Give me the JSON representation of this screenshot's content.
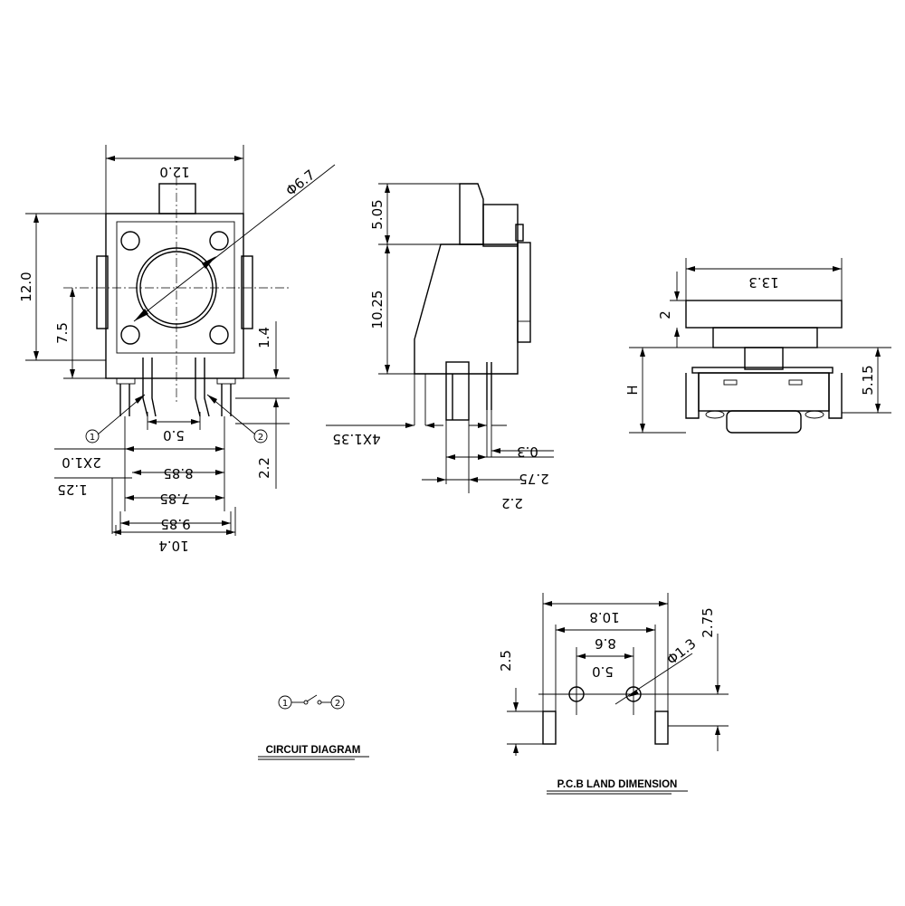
{
  "front_view": {
    "width_top": "12.0",
    "height_left": "12.0",
    "button_diameter": "Φ6.7",
    "center_height": "7.5",
    "pin_offset_right": "1.4",
    "pin_length_right": "2.2",
    "pin_spacing": "5.0",
    "pin_span_a": "8.85",
    "pin_span_b": "7.85",
    "pin_span_c": "9.85",
    "overall_width_bottom": "10.4",
    "pin_width_label": "2X1.0",
    "pin_inset_label": "1.25",
    "terminal_1": "1",
    "terminal_2": "2"
  },
  "side_view": {
    "stem_height": "5.05",
    "body_height": "10.25",
    "pin_label": "4X1.35",
    "dim_0_3": "0.3",
    "dim_2_75": "2.75",
    "dim_2_2": "2.2"
  },
  "top_view": {
    "width": "13.3",
    "cap_height": "2",
    "height_var": "H",
    "right_height": "5.15"
  },
  "circuit": {
    "title": "CIRCUIT DIAGRAM",
    "node_1": "1",
    "node_2": "2"
  },
  "pcb": {
    "title": "P.C.B LAND DIMENSION",
    "outer_width": "10.8",
    "mid_width": "8.6",
    "hole_spacing": "5.0",
    "hole_diameter": "Φ1.3",
    "left_height": "2.5",
    "right_height": "2.75"
  }
}
